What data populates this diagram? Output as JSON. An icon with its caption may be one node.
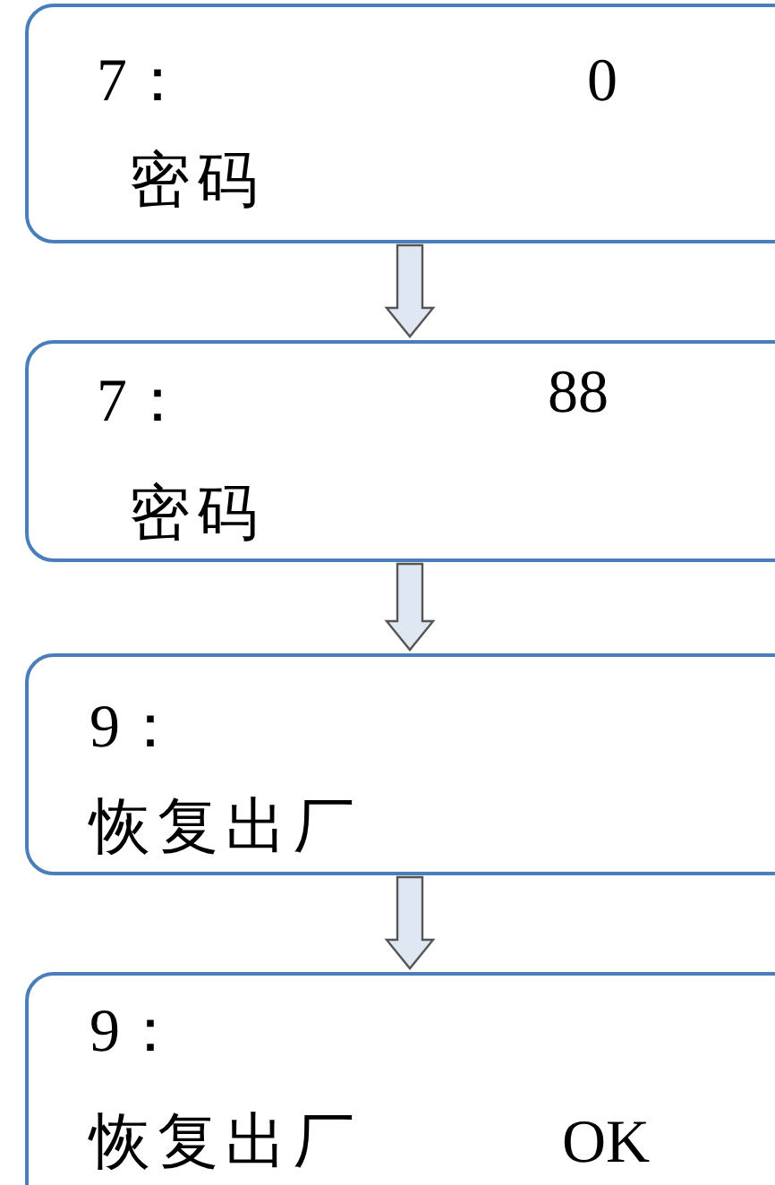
{
  "diagram": {
    "nodes": [
      {
        "text": [
          "7：",
          "0",
          "密码"
        ]
      },
      {
        "text": [
          "7：",
          "88",
          "密码"
        ]
      },
      {
        "text": [
          "9：",
          "恢复出厂"
        ]
      },
      {
        "text": [
          "9：",
          "恢复出厂",
          "OK"
        ]
      }
    ],
    "edges": [
      {
        "from": 0,
        "to": 1,
        "arrow": "to"
      },
      {
        "from": 1,
        "to": 2,
        "arrow": "to"
      },
      {
        "from": 2,
        "to": 3,
        "arrow": "to"
      }
    ]
  }
}
